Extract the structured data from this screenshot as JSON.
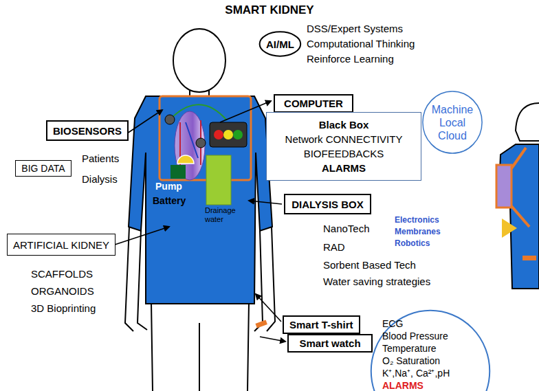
{
  "diagram": {
    "title": "SMART KIDNEY",
    "nodes": [
      {
        "text": [
          "AI/ML"
        ]
      },
      {
        "text": [
          "COMPUTER"
        ]
      },
      {
        "text": [
          "Black Box",
          "Network CONNECTIVITY",
          "BIOFEEDBACKS",
          "ALARMS"
        ]
      },
      {
        "text": [
          "Machine Local Cloud"
        ]
      },
      {
        "text": [
          "BIOSENSORS"
        ]
      },
      {
        "text": [
          "BIG DATA"
        ]
      },
      {
        "text": [
          "DIALYSIS BOX"
        ]
      },
      {
        "text": [
          "ARTIFICIAL KIDNEY"
        ]
      },
      {
        "text": [
          "Smart T-shirt"
        ]
      },
      {
        "text": [
          "Smart watch"
        ]
      },
      {
        "text": [
          "ECG",
          "Blood Pressure",
          "Temperature",
          "O₂ Saturation",
          "K⁺,Na⁺, Ca²⁺,pH",
          "ALARMS"
        ]
      }
    ],
    "labels": [
      "DSS/Expert Systems",
      "Computational Thinking",
      "Reinforce Learning",
      "Patients",
      "Dialysis",
      "NanoTech",
      "Electronics",
      "Membranes",
      "Robotics",
      "RAD",
      "Sorbent Based Tech",
      "Water saving strategies",
      "SCAFFOLDS",
      "ORGANOIDS",
      "3D Bioprinting",
      "Pump",
      "Battery",
      "Drainage water"
    ]
  }
}
